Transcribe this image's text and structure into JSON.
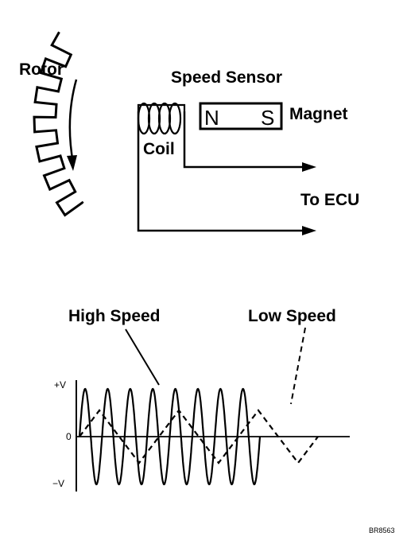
{
  "sensor_diagram": {
    "rotor_label": "Rotor",
    "sensor_label": "Speed Sensor",
    "coil_label": "Coil",
    "magnet_label": "Magnet",
    "pole_n": "N",
    "pole_s": "S",
    "output_label": "To ECU"
  },
  "waveform": {
    "high_speed_label": "High Speed",
    "low_speed_label": "Low Speed",
    "y_top_label": "+V",
    "y_zero_label": "0",
    "y_bottom_label": "−V"
  },
  "figure_code": "BR8563",
  "chart_data": {
    "type": "line",
    "ylim": [
      -1,
      1
    ],
    "series": [
      {
        "name": "High Speed",
        "style": "solid",
        "cycles": 8,
        "amplitude": 1
      },
      {
        "name": "Low Speed",
        "style": "dashed",
        "cycles": 3,
        "amplitude": 0.55
      }
    ]
  }
}
